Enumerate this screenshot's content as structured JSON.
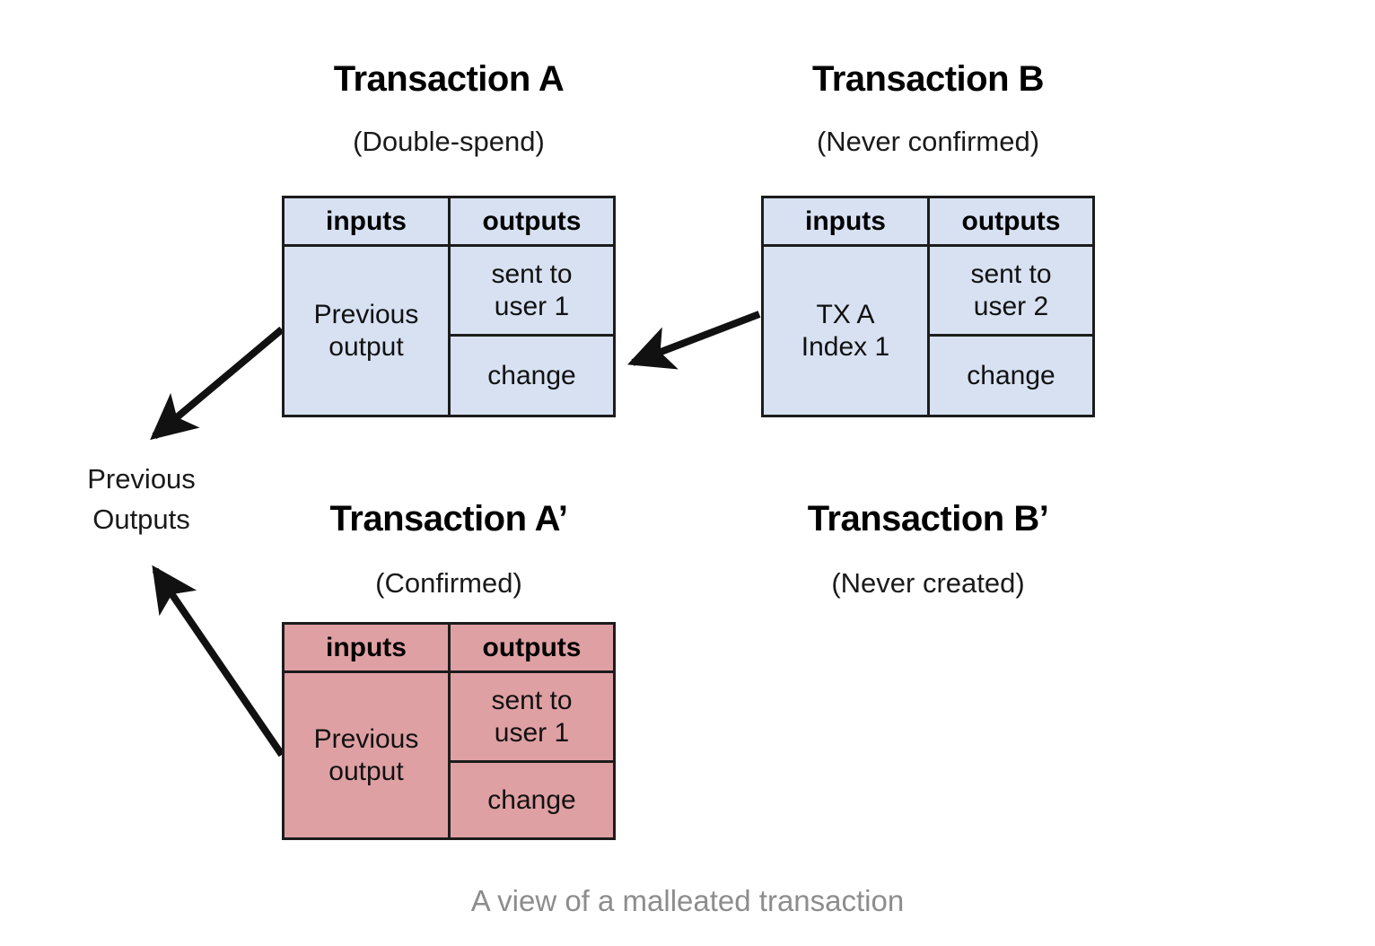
{
  "caption": "A view of a malleated transaction",
  "labels": {
    "previous_outputs_line1": "Previous",
    "previous_outputs_line2": "Outputs"
  },
  "colors": {
    "blue_fill": "#d7e1f2",
    "red_fill": "#dfa0a3",
    "stroke": "#1c1c1c",
    "caption_gray": "#8d8d8d"
  },
  "transactions": [
    {
      "id": "tx-a",
      "title": "Transaction A",
      "subtitle": "(Double-spend)",
      "fill": "blue",
      "headers": {
        "inputs": "inputs",
        "outputs": "outputs"
      },
      "input_line1": "Previous",
      "input_line2": "output",
      "output_top_line1": "sent to",
      "output_top_line2": "user 1",
      "output_bottom": "change"
    },
    {
      "id": "tx-b",
      "title": "Transaction B",
      "subtitle": "(Never confirmed)",
      "fill": "blue",
      "headers": {
        "inputs": "inputs",
        "outputs": "outputs"
      },
      "input_line1": "TX A",
      "input_line2": "Index 1",
      "output_top_line1": "sent to",
      "output_top_line2": "user 2",
      "output_bottom": "change"
    },
    {
      "id": "tx-a-prime",
      "title": "Transaction A’",
      "subtitle": "(Confirmed)",
      "fill": "red",
      "headers": {
        "inputs": "inputs",
        "outputs": "outputs"
      },
      "input_line1": "Previous",
      "input_line2": "output",
      "output_top_line1": "sent to",
      "output_top_line2": "user 1",
      "output_bottom": "change"
    },
    {
      "id": "tx-b-prime",
      "title": "Transaction B’",
      "subtitle": "(Never created)",
      "fill": "none",
      "headers": null
    }
  ],
  "arrows": [
    {
      "name": "tx-a-to-previous-outputs",
      "from": "Transaction A inputs",
      "to": "Previous Outputs"
    },
    {
      "name": "tx-b-to-tx-a",
      "from": "Transaction B inputs",
      "to": "Transaction A outputs change"
    },
    {
      "name": "tx-a-prime-to-previous-outputs",
      "from": "Transaction A’ inputs",
      "to": "Previous Outputs"
    }
  ]
}
